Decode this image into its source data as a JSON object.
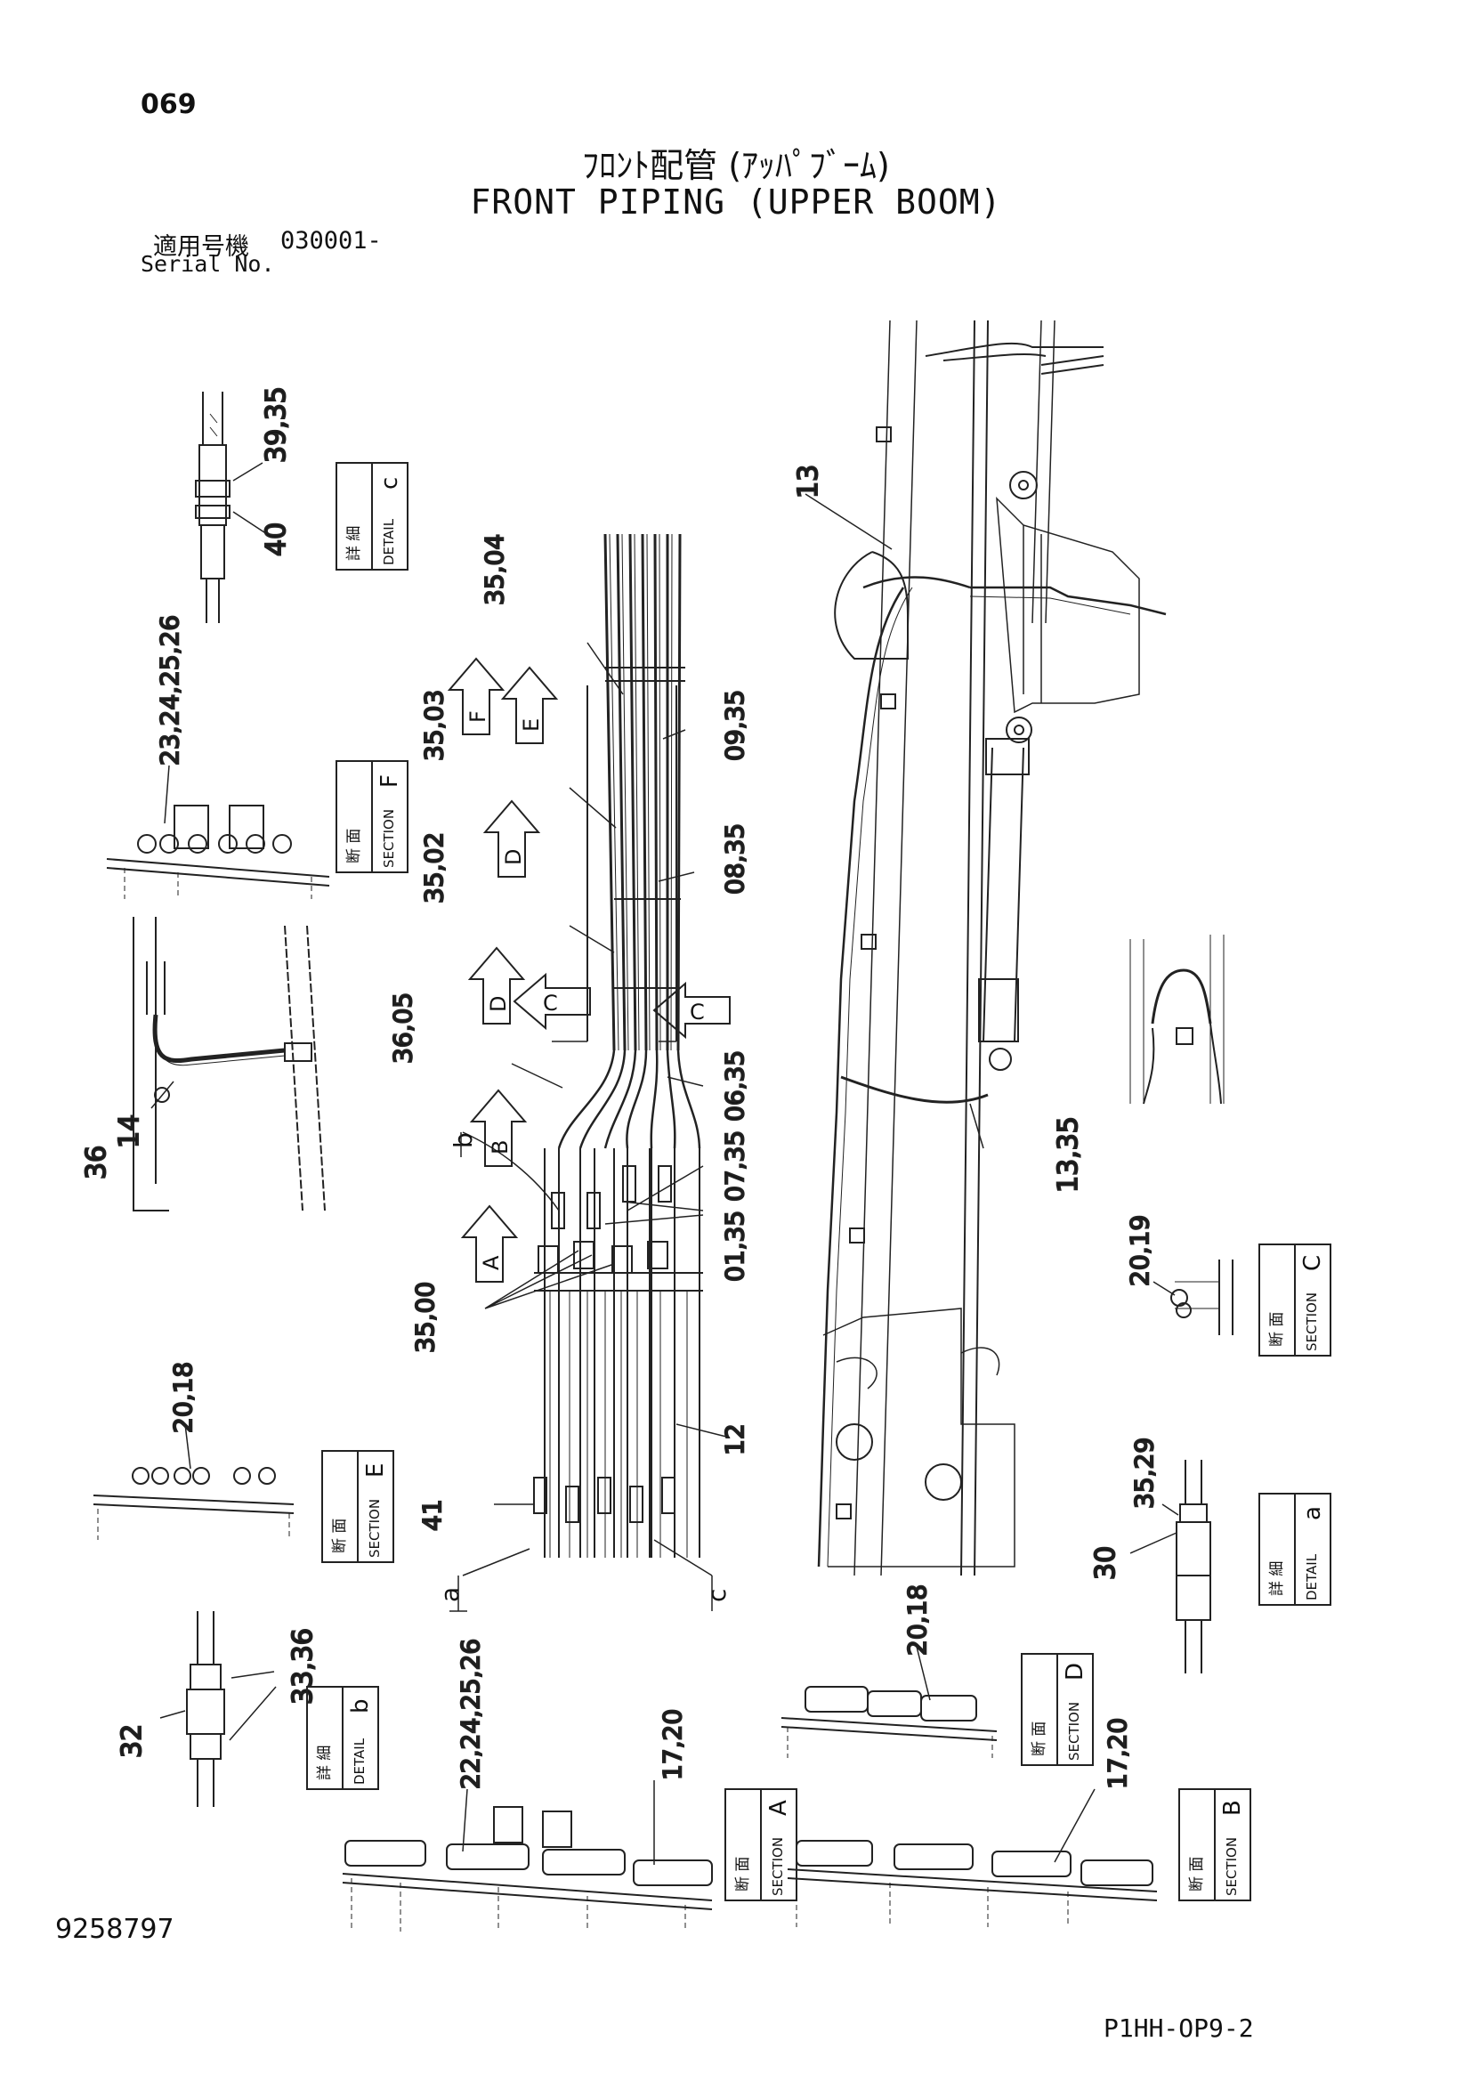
{
  "page_number": "069",
  "title_jp": "ﾌﾛﾝﾄ配管 (ｱｯﾊﾟﾌﾞｰﾑ)",
  "title_en": "FRONT PIPING (UPPER BOOM)",
  "serial": {
    "label_jp": "適用号機",
    "label_en": "Serial No.",
    "value": "030001-"
  },
  "document_number": "9258797",
  "sheet_code": "P1HH-OP9-2",
  "views": [
    {
      "id": "detail-c",
      "jp": "詳 細",
      "en": "DETAIL",
      "letter": "c"
    },
    {
      "id": "section-f",
      "jp": "断 面",
      "en": "SECTION",
      "letter": "F"
    },
    {
      "id": "section-e",
      "jp": "断 面",
      "en": "SECTION",
      "letter": "E"
    },
    {
      "id": "detail-b",
      "jp": "詳 細",
      "en": "DETAIL",
      "letter": "b"
    },
    {
      "id": "section-a",
      "jp": "断 面",
      "en": "SECTION",
      "letter": "A"
    },
    {
      "id": "section-b",
      "jp": "断 面",
      "en": "SECTION",
      "letter": "B"
    },
    {
      "id": "section-d",
      "jp": "断 面",
      "en": "SECTION",
      "letter": "D"
    },
    {
      "id": "section-c",
      "jp": "断 面",
      "en": "SECTION",
      "letter": "C"
    },
    {
      "id": "detail-a",
      "jp": "詳 細",
      "en": "DETAIL",
      "letter": "a"
    }
  ],
  "section_arrows": [
    "F",
    "E",
    "D",
    "D",
    "C",
    "C",
    "B",
    "A"
  ],
  "detail_markers": [
    "a",
    "b",
    "c"
  ],
  "callouts": {
    "c_39_35": "39,35",
    "c_40": "40",
    "f_23": "23,24,25,26",
    "p_14": "14",
    "p_36": "36",
    "e_20_18": "20,18",
    "b_33_36": "33,36",
    "b_32": "32",
    "a_22": "22,24,25,26",
    "a_17_20": "17,20",
    "bb_17_20": "17,20",
    "d_20_18": "20,18",
    "sc_20_19": "20,19",
    "da_35_29": "35,29",
    "da_30": "30",
    "m_35_04": "35,04",
    "m_35_03": "35,03",
    "m_35_02": "35,02",
    "m_09_35": "09,35",
    "m_08_35": "08,35",
    "m_36_05": "36,05",
    "m_06_35": "06,35",
    "m_07_35": "07,35",
    "m_01_35": "01,35",
    "m_35_00": "35,00",
    "m_12": "12",
    "m_41": "41",
    "r_13": "13",
    "r_13_35": "13,35"
  }
}
